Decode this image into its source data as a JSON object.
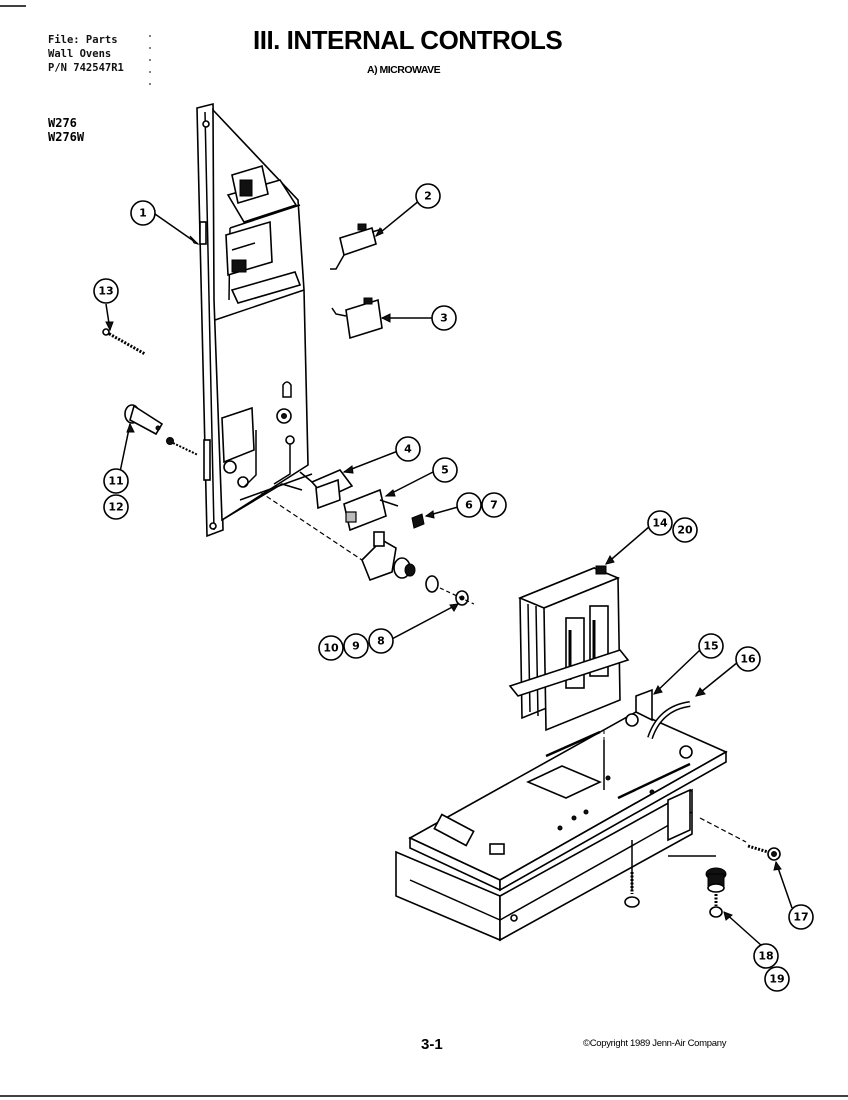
{
  "header": {
    "file_line": "File: Parts",
    "category_line": "Wall Ovens",
    "part_number_line": "P/N 742547R1"
  },
  "title": "III. INTERNAL CONTROLS",
  "subtitle": "A) MICROWAVE",
  "models": [
    "W276",
    "W276W"
  ],
  "callouts": [
    "1",
    "2",
    "3",
    "4",
    "5",
    "6",
    "7",
    "8",
    "9",
    "10",
    "11",
    "12",
    "13",
    "14",
    "15",
    "16",
    "17",
    "18",
    "19",
    "20"
  ],
  "footer": {
    "page_number": "3-1",
    "copyright": "©Copyright 1989 Jenn-Air Company"
  }
}
